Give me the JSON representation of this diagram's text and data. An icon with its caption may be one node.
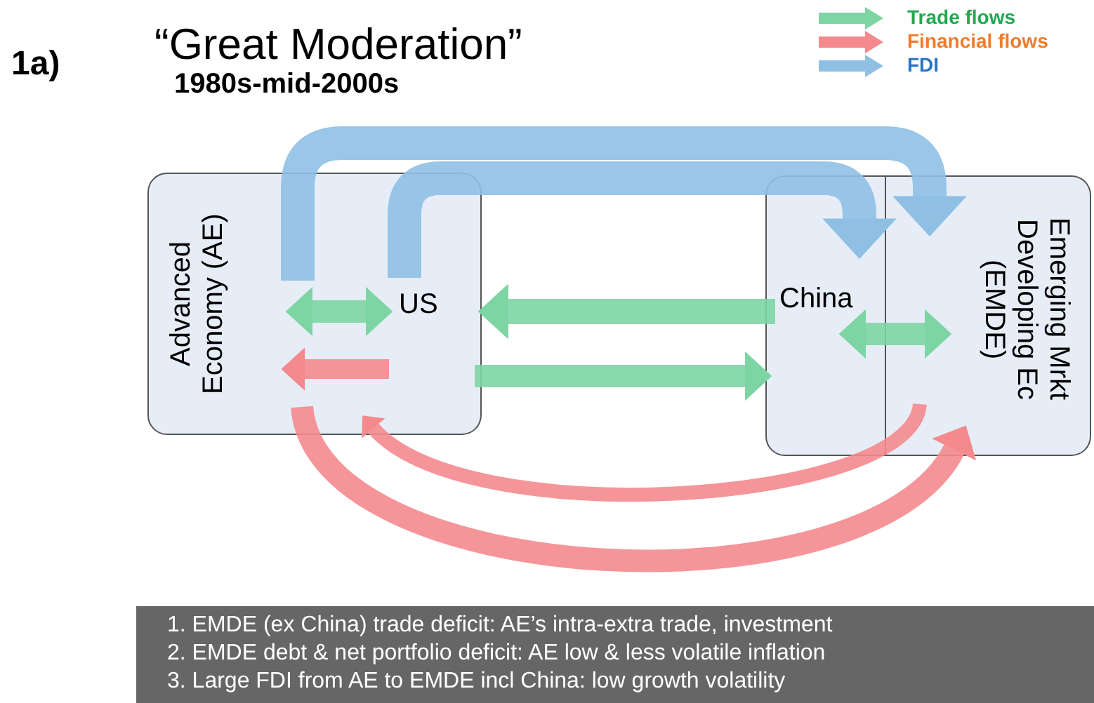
{
  "diagram": {
    "title": "“Great Moderation”",
    "nodes": [
      {
        "text": [
          "Advanced Economy (AE)"
        ]
      },
      {
        "text": [
          "US"
        ]
      },
      {
        "text": [
          "Emerging Mrkt Developing Ec (EMDE)"
        ]
      },
      {
        "text": [
          "China"
        ]
      }
    ],
    "edges": [
      {
        "from": 0,
        "to": 1,
        "arrow": "both",
        "color": "#7dd5a3"
      },
      {
        "from": 1,
        "to": 0,
        "arrow": "to",
        "color": "#f4898e"
      },
      {
        "from": 3,
        "to": 1,
        "arrow": "to",
        "color": "#7dd5a3"
      },
      {
        "from": 1,
        "to": 3,
        "arrow": "to",
        "color": "#7dd5a3"
      },
      {
        "from": 3,
        "to": 2,
        "arrow": "both",
        "color": "#7dd5a3"
      },
      {
        "from": 0,
        "to": 2,
        "arrow": "to",
        "color": "#8fc0e4"
      },
      {
        "from": 1,
        "to": 3,
        "arrow": "to",
        "color": "#8fc0e4"
      },
      {
        "from": 0,
        "to": 2,
        "arrow": "to",
        "color": "#f4898e"
      },
      {
        "from": 2,
        "to": 1,
        "arrow": "to",
        "color": "#f4898e"
      }
    ],
    "labels": [
      "1a)",
      "1980s-mid-2000s",
      "1. EMDE (ex China) trade deficit: AE’s intra-extra trade, investment",
      "2. EMDE debt & net portfolio deficit: AE low & less volatile inflation",
      "3. Large FDI from AE to EMDE incl China: low growth volatility"
    ],
    "legend": [
      {
        "text": "Trade flows",
        "color": "#7dd5a3"
      },
      {
        "text": "Financial flows",
        "color": "#f4898e"
      },
      {
        "text": "FDI",
        "color": "#8fc0e4"
      }
    ]
  }
}
